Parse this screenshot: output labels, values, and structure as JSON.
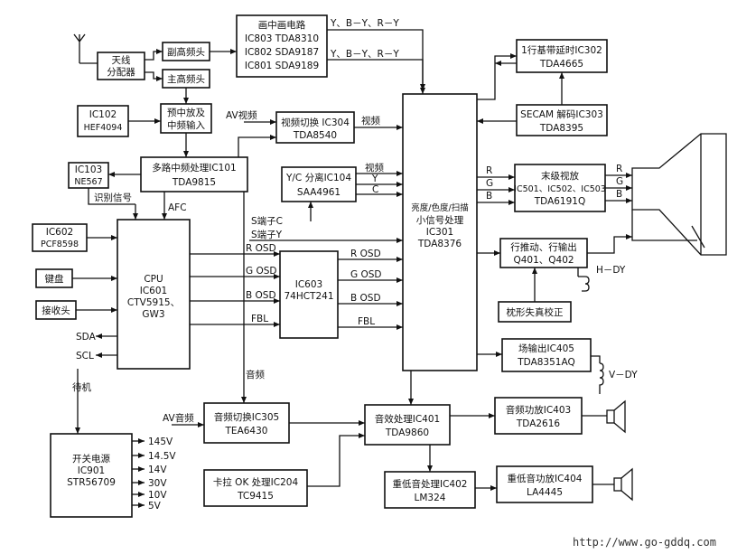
{
  "blocks": {
    "splitter": [
      "天线",
      "分配器"
    ],
    "sub_tuner": "副高频头",
    "main_tuner": "主高频头",
    "pip": [
      "画中画电路",
      "IC803 TDA8310",
      "IC802 SDA9187",
      "IC801 SDA9189"
    ],
    "ic102": [
      "IC102",
      "HEF4094"
    ],
    "preamp": [
      "预中放及",
      "中频输入"
    ],
    "video_switch": [
      "视频切换 IC304",
      "TDA8540"
    ],
    "if_proc": [
      "多路中频处理IC101",
      "TDA9815"
    ],
    "ic103": [
      "IC103",
      "NE567"
    ],
    "yc_sep": [
      "Y/C 分离IC104",
      "SAA4961"
    ],
    "ic602": [
      "IC602",
      "PCF8598"
    ],
    "keypad": "键盘",
    "receiver": "接收头",
    "cpu": [
      "CPU",
      "IC601",
      "CTV5915、",
      "GW3"
    ],
    "ic603": [
      "IC603",
      "74HCT241"
    ],
    "main_chip": [
      "亮度/色度/扫描",
      "小信号处理",
      "IC301",
      "TDA8376"
    ],
    "delay": [
      "1行基带延时IC302",
      "TDA4665"
    ],
    "secam": [
      "SECAM 解码IC303",
      "TDA8395"
    ],
    "video_out": [
      "末级视放",
      "IC501、IC502、IC503",
      "TDA6191Q"
    ],
    "h_out": [
      "行推动、行输出",
      "Q401、Q402"
    ],
    "pincushion": "枕形失真校正",
    "field_out": [
      "场输出IC405",
      "TDA8351AQ"
    ],
    "power": [
      "开关电源",
      "IC901",
      "STR56709"
    ],
    "audio_switch": [
      "音频切换IC305",
      "TEA6430"
    ],
    "audio_proc": [
      "音效处理IC401",
      "TDA9860"
    ],
    "audio_amp": [
      "音频功放IC403",
      "TDA2616"
    ],
    "karaoke": [
      "卡拉 OK 处理IC204",
      "TC9415"
    ],
    "bass_proc": [
      "重低音处理IC402",
      "LM324"
    ],
    "bass_amp": [
      "重低音功放IC404",
      "LA4445"
    ]
  },
  "labels": {
    "y_by_ry_1": "Y、B－Y、R－Y",
    "y_by_ry_2": "Y、B－Y、R－Y",
    "av_video": "AV视频",
    "video_1": "视频",
    "video_2": "视频",
    "y": "Y",
    "c": "C",
    "r_in": "R",
    "g_in": "G",
    "b_in": "B",
    "r_out": "R",
    "g_out": "G",
    "b_out": "B",
    "s_c": "S端子C",
    "s_y": "S端子Y",
    "id_signal": "识别信号",
    "afc": "AFC",
    "r_osd_1": "R OSD",
    "g_osd_1": "G OSD",
    "b_osd_1": "B OSD",
    "fbl_1": "FBL",
    "r_osd_2": "R OSD",
    "g_osd_2": "G OSD",
    "b_osd_2": "B OSD",
    "fbl_2": "FBL",
    "sda": "SDA",
    "scl": "SCL",
    "standby": "待机",
    "audio": "音频",
    "av_audio": "AV音频",
    "h_dy": "H－DY",
    "v_dy": "V－DY",
    "v145": "145V",
    "v145b": "14.5V",
    "v14": "14V",
    "v30": "30V",
    "v10": "10V",
    "v5": "5V"
  },
  "watermark": "http://www.go-gddq.com"
}
